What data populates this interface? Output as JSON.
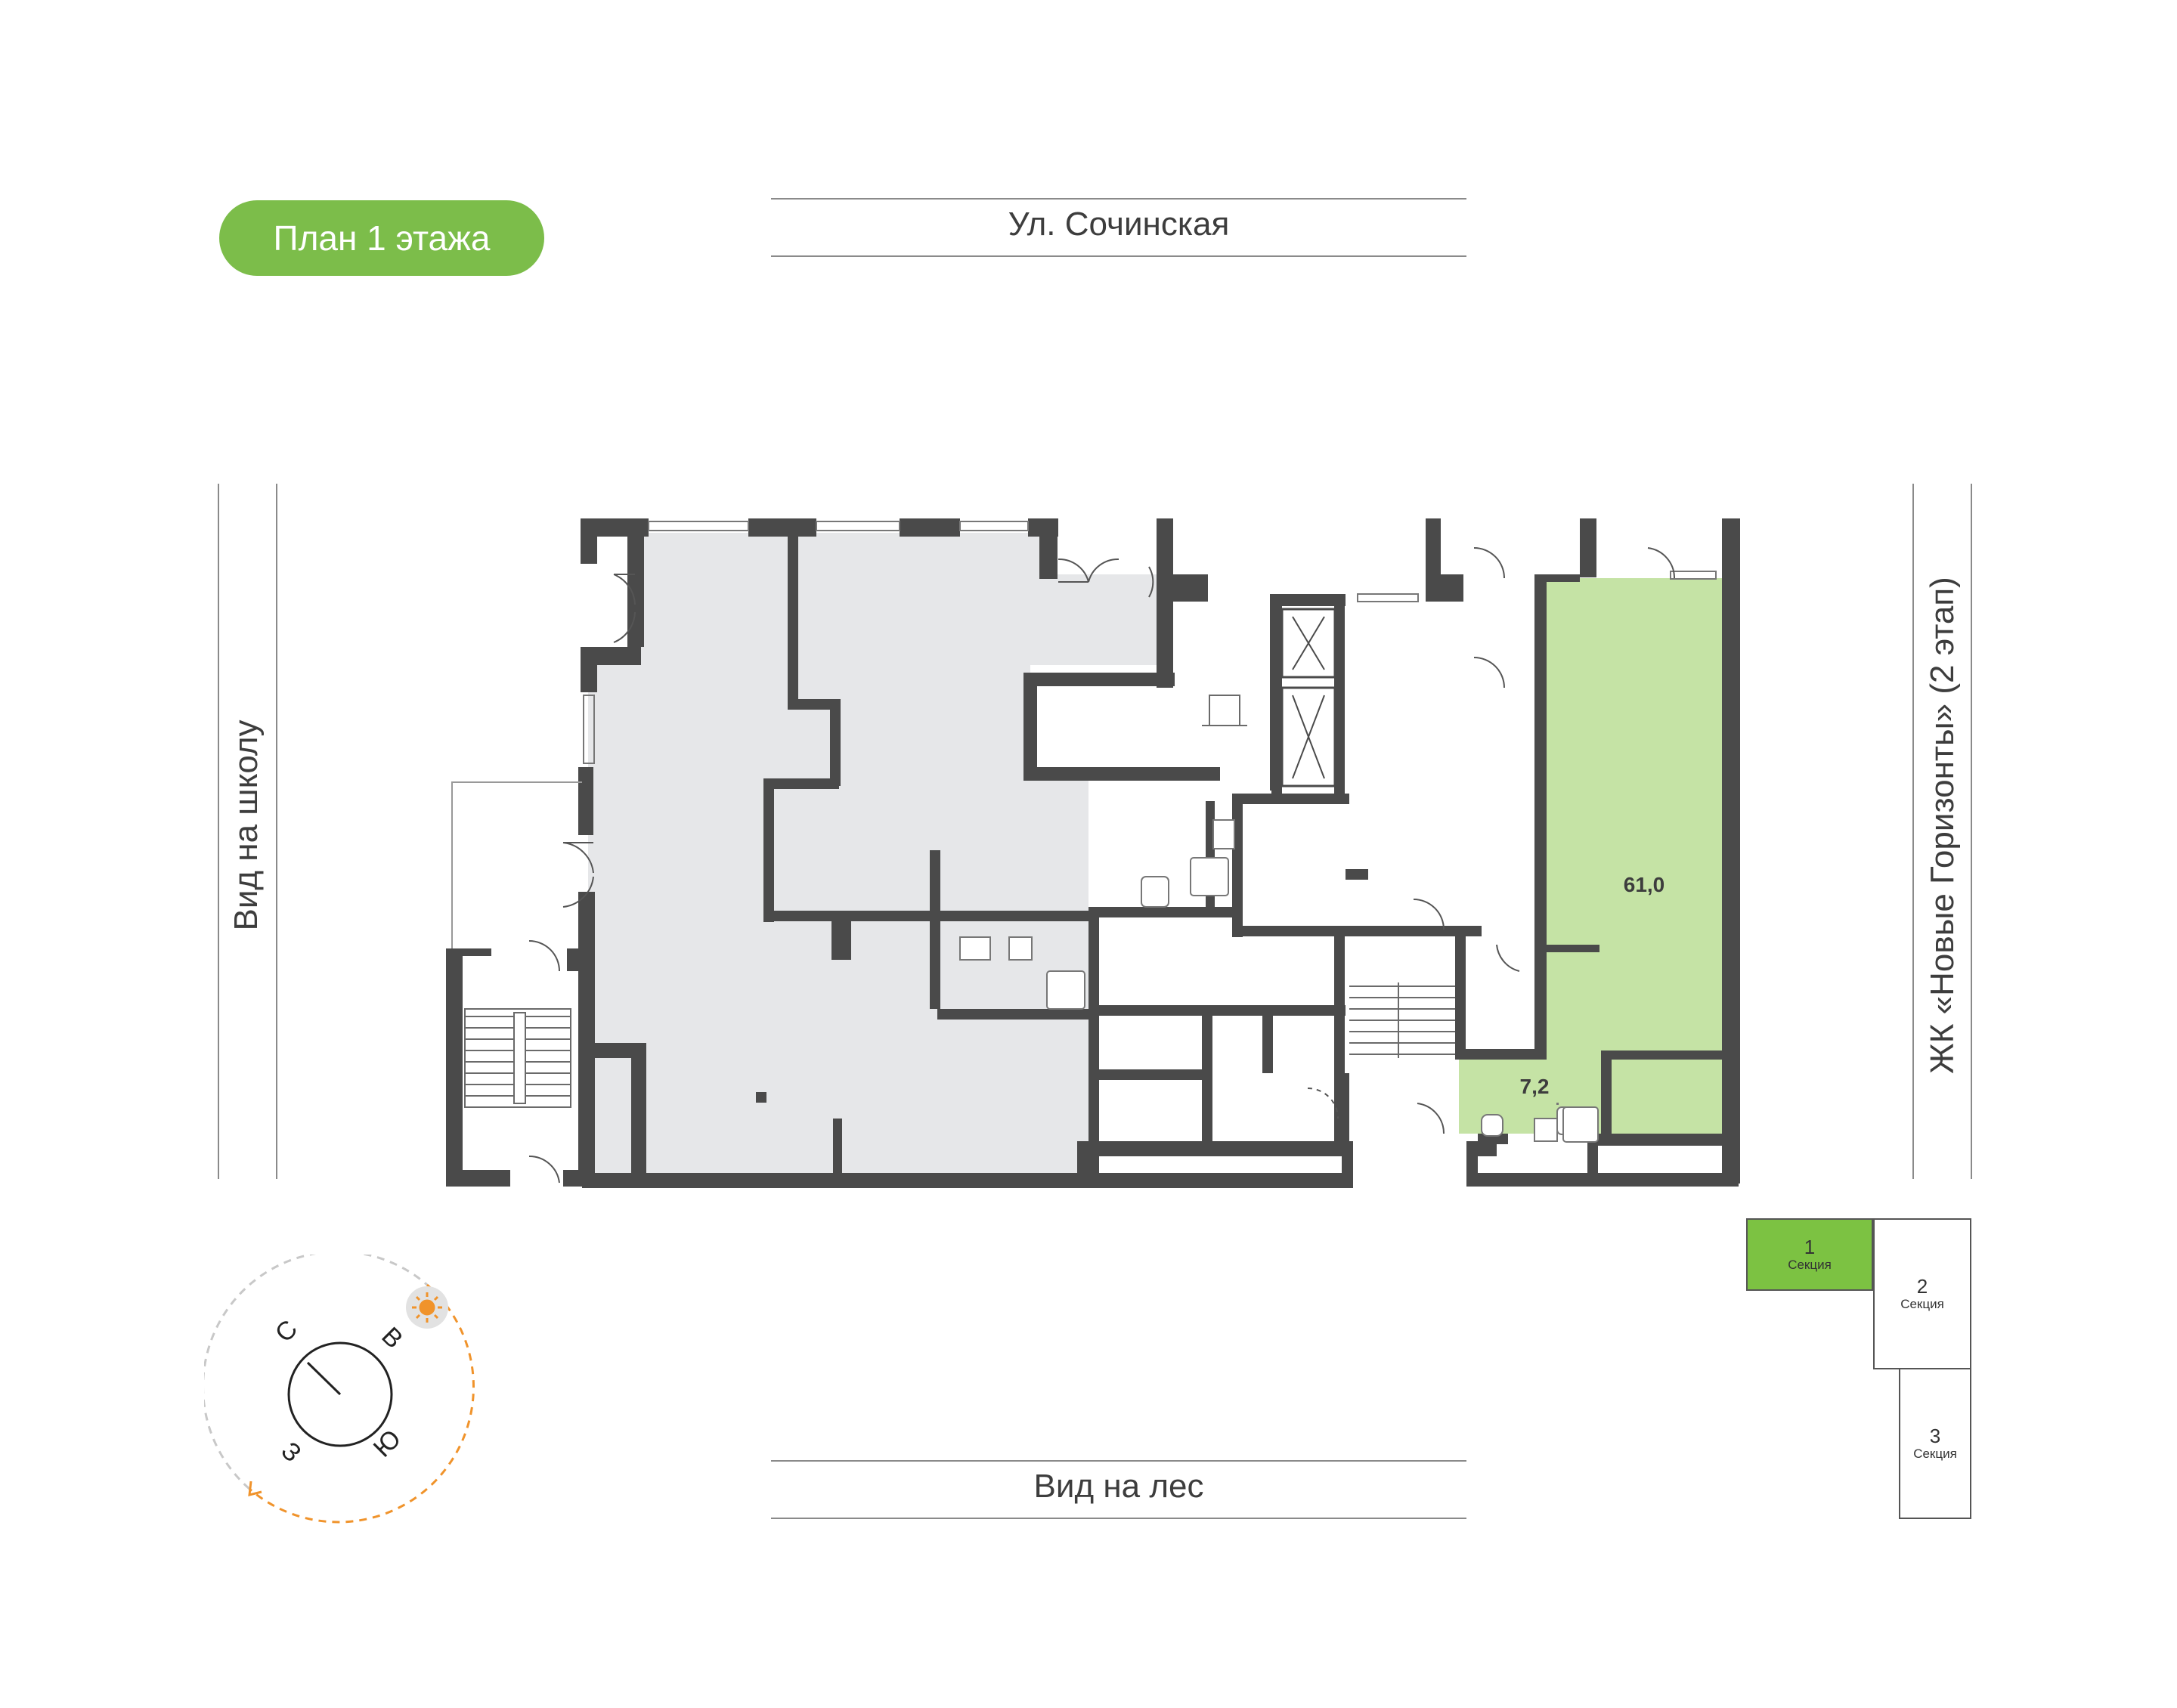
{
  "badge": {
    "text": "План 1 этажа"
  },
  "roads": {
    "north": "Ул. Сочинская",
    "south": "Вид на лес",
    "west": "Вид на школу",
    "east": "ЖК «Новые Горизонты» (2 этап)"
  },
  "rooms": {
    "main_area": "61,0",
    "bath_area": "7,2"
  },
  "sections": [
    {
      "num": "1",
      "label": "Секция",
      "active": true
    },
    {
      "num": "2",
      "label": "Секция",
      "active": false
    },
    {
      "num": "3",
      "label": "Секция",
      "active": false
    }
  ],
  "compass": {
    "n": "С",
    "e": "В",
    "s": "Ю",
    "w": "З"
  },
  "colors": {
    "accent_green": "#7cbd4a",
    "highlight_unit": "#c5e3a5",
    "common_area": "#e6e7e9",
    "wall": "#4a4a4a",
    "sun_path": "#f0932b"
  }
}
